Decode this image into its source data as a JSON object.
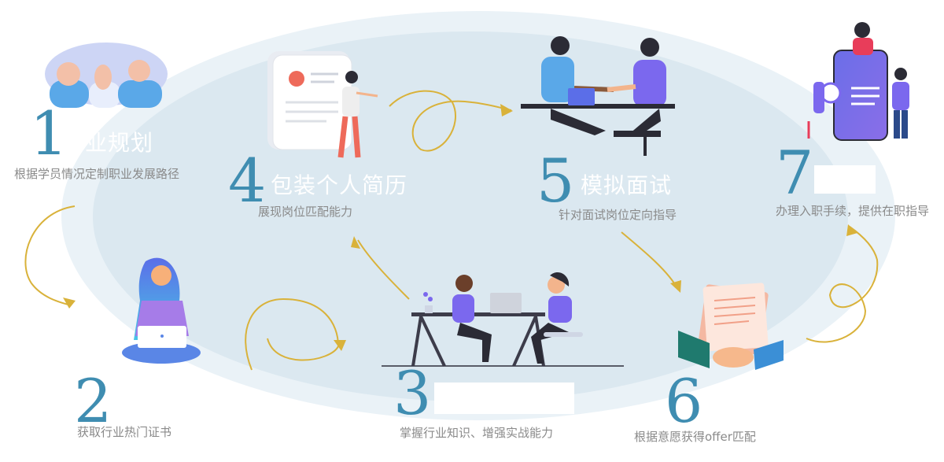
{
  "steps": [
    {
      "num": "1",
      "title": "业规划",
      "desc": "根据学员情况定制职业发展路径"
    },
    {
      "num": "2",
      "title": "",
      "desc": "获取行业热门证书"
    },
    {
      "num": "3",
      "title": "",
      "desc": "掌握行业知识、增强实战能力"
    },
    {
      "num": "4",
      "title": "包装个人简历",
      "desc": "展现岗位匹配能力"
    },
    {
      "num": "5",
      "title": "模拟面试",
      "desc": "针对面试岗位定向指导"
    },
    {
      "num": "6",
      "title": "",
      "desc": "根据意愿获得offer匹配"
    },
    {
      "num": "7",
      "title": "",
      "desc": "办理入职手续，提供在职指导"
    }
  ],
  "colors": {
    "accent": "#3f8db1",
    "ellipse": "#dbe8f0",
    "arrow": "#d9b23a",
    "purple": "#7b68ee"
  }
}
